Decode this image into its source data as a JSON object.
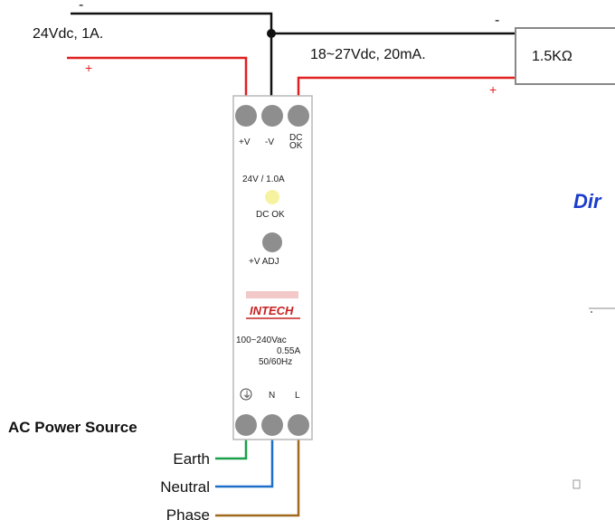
{
  "supply": {
    "minus_sign": "-",
    "plus_sign": "+",
    "rating": "24Vdc, 1A."
  },
  "load": {
    "minus_sign": "-",
    "plus_sign": "+",
    "rating": "18~27Vdc, 20mA.",
    "resistor": "1.5KΩ"
  },
  "psu": {
    "terminals_top": [
      "+V",
      "-V",
      "DC OK"
    ],
    "model": "24V / 1.0A",
    "led_label": "DC OK",
    "adj_label": "+V ADJ",
    "brand": "INTECH",
    "input_voltage": "100~240Vac",
    "input_current": "0.55A",
    "input_freq": "50/60Hz",
    "terminals_bottom": [
      "⏚",
      "N",
      "L"
    ]
  },
  "ac": {
    "title": "AC Power Source",
    "earth": "Earth",
    "neutral": "Neutral",
    "phase": "Phase"
  },
  "partial": {
    "heading": "Dir"
  },
  "colors": {
    "positive_wire": "#e02020",
    "negative_wire": "#111111",
    "earth_wire": "#1aa04a",
    "neutral_wire": "#1e6fc8",
    "phase_wire": "#a0691e",
    "terminal": "#8e8e8e",
    "heading": "#1a3ccc"
  }
}
